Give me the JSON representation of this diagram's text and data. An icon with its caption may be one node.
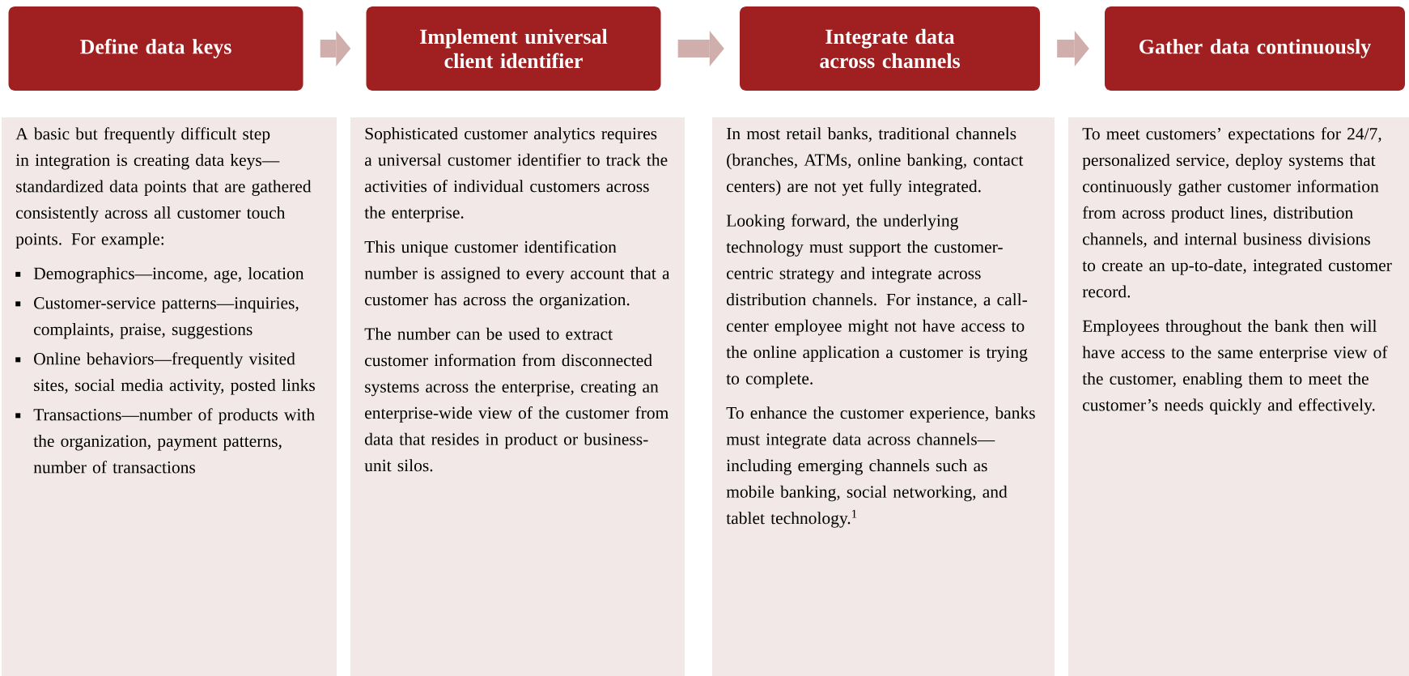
{
  "diagram": {
    "nodes": [
      {
        "text": [
          "Define data keys"
        ]
      },
      {
        "text": [
          "Implement universal client identifier"
        ]
      },
      {
        "text": [
          "Integrate data across channels"
        ]
      },
      {
        "text": [
          "Gather data continuously"
        ]
      },
      {
        "text": [
          "A basic but frequently difficult step in integration is creating data keys—standardized data points that are gathered consistently across all customer touch points. For example:",
          "Demographics—income, age, location",
          "Customer-service patterns—inquiries, complaints, praise, suggestions",
          "Online behaviors—frequently visited sites, social media activity, posted links",
          "Transactions—number of products with the organization, payment patterns, number of transactions"
        ]
      },
      {
        "text": [
          "Sophisticated customer analytics requires a universal customer identifier to track the activities of individual customers across the enterprise.",
          "This unique customer identification number is assigned to every account that a customer has across the organization.",
          "The number can be used to extract customer information from disconnected systems across the enterprise, creating an enterprise-wide view of the customer from data that resides in product or business-unit silos."
        ]
      },
      {
        "text": [
          "In most retail banks, traditional channels (branches, ATMs, online banking, contact centers) are not yet fully integrated.",
          "Looking forward, the underlying technology must support the customer-centric strategy and integrate across distribution channels. For instance, a call-center employee might not have access to the online application a customer is trying to complete.",
          "To enhance the customer experience, banks must integrate data across channels—including emerging channels such as mobile banking, social networking, and tablet technology.$^{1}$"
        ]
      },
      {
        "text": [
          "To meet customers’ expectations for 24/7, personalized service, deploy systems that continuously gather customer information from across product lines, distribution channels, and internal business divisions to create an up-to-date, integrated customer record.",
          "Employees throughout the bank then will have access to the same enterprise view of the customer, enabling them to meet the customer’s needs quickly and effectively."
        ]
      }
    ],
    "edges": [
      {
        "from": 0,
        "to": 1,
        "arrow": "to"
      },
      {
        "from": 1,
        "to": 2,
        "arrow": "to"
      },
      {
        "from": 2,
        "to": 3,
        "arrow": "to"
      }
    ]
  }
}
